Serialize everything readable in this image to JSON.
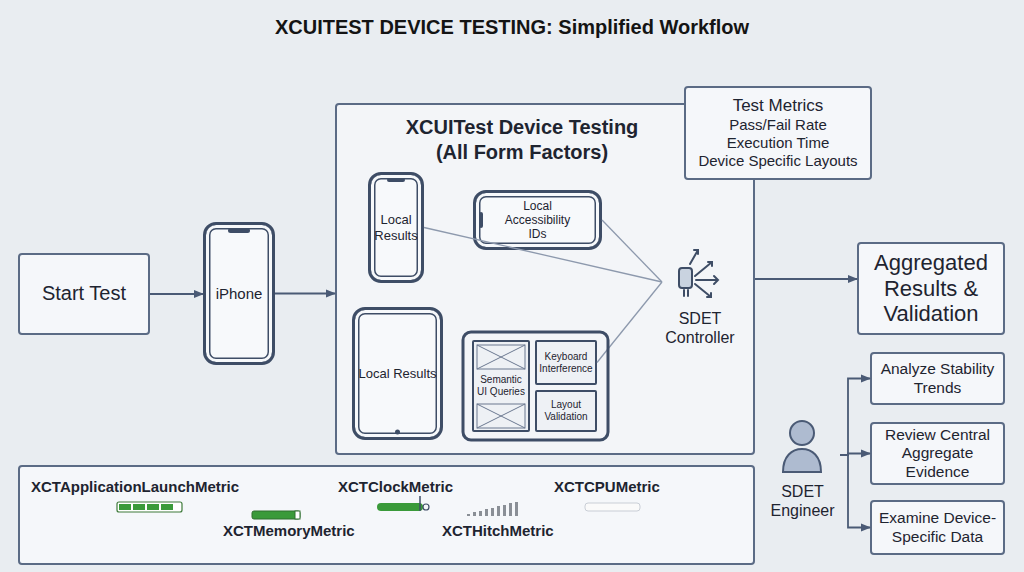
{
  "diagram": {
    "title": "XCUITEST DEVICE TESTING: Simplified Workflow",
    "nodes": [
      {
        "text": [
          "Start Test"
        ]
      },
      {
        "text": [
          "iPhone"
        ]
      },
      {
        "text": [
          "XCUITest Device Testing (All Form Factors)"
        ]
      },
      {
        "text": [
          "Local Results"
        ],
        "in": 2
      },
      {
        "text": [
          "Local Accessibility IDs"
        ],
        "in": 2
      },
      {
        "text": [
          "Local Results"
        ],
        "in": 2
      },
      {
        "text": [
          "Semantic UI Queries"
        ],
        "in": 2
      },
      {
        "text": [
          "Keyboard Interference"
        ],
        "in": 2
      },
      {
        "text": [
          "Layout Validation"
        ],
        "in": 2
      },
      {
        "text": [
          "SDET Controller"
        ],
        "in": 2
      },
      {
        "text": [
          "Test Metrics",
          "Pass/Fail Rate",
          "Execution Time",
          "Device Specific Layouts"
        ]
      },
      {
        "text": [
          "Aggregated Results & Validation"
        ]
      },
      {
        "text": [
          "XCTApplicationLaunchMetric",
          "XCTClockMetric",
          "XCTCPUMetric",
          "XCTMemoryMetric",
          "XCTHitchMetric"
        ]
      },
      {
        "text": [
          "SDET Engineer"
        ]
      },
      {
        "text": [
          "Analyze Stability Trends"
        ]
      },
      {
        "text": [
          "Review Central Aggregate Evidence"
        ]
      },
      {
        "text": [
          "Examine Device-Specific Data"
        ]
      }
    ],
    "edges": [
      {
        "from": 0,
        "to": 1,
        "arrow": "to"
      },
      {
        "from": 1,
        "to": 2,
        "arrow": "to"
      },
      {
        "from": 2,
        "to": 11,
        "arrow": "to"
      },
      {
        "from": 3,
        "to": 9,
        "arrow": "none"
      },
      {
        "from": 4,
        "to": 9,
        "arrow": "none"
      },
      {
        "from": 7,
        "to": 9,
        "arrow": "none"
      },
      {
        "from": 13,
        "to": 14,
        "arrow": "to"
      },
      {
        "from": 13,
        "to": 15,
        "arrow": "to"
      },
      {
        "from": 13,
        "to": 16,
        "arrow": "to"
      }
    ]
  }
}
